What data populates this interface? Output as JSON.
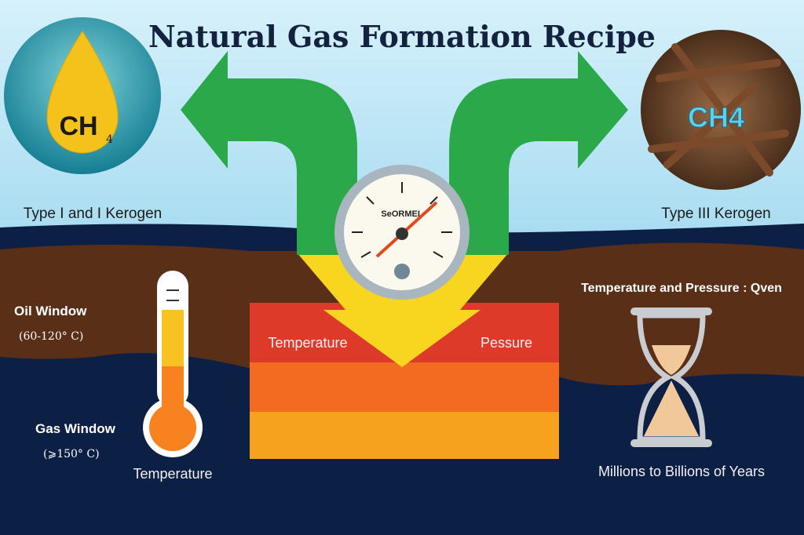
{
  "title": "Natural Gas Formation Recipe",
  "left_circle": {
    "formula": "CH",
    "subscript": "4",
    "label": "Type I and I Kerogen"
  },
  "right_circle": {
    "formula": "CH4",
    "label": "Type III Kerogen"
  },
  "gauge": {
    "brand": "SeORMEL"
  },
  "layers": {
    "temperature": "Temperature",
    "pressure": "Pessure"
  },
  "windows": {
    "oil": {
      "label": "Oil Window",
      "range": "(60-120° C)"
    },
    "gas": {
      "label": "Gas Window",
      "range": "(⩾150° C)"
    }
  },
  "thermometer": {
    "label": "Temperature"
  },
  "right_panel": {
    "heading": "Temperature and Pressure : Qven",
    "time": "Millions to Billions of Years"
  },
  "colors": {
    "sky": "#bfe8f7",
    "earth": "#5a2f18",
    "deep": "#0c1f45",
    "arrow": "#2aa84a",
    "red": "#de3a2a",
    "orange": "#f26b21",
    "yellow": "#f6c323"
  }
}
